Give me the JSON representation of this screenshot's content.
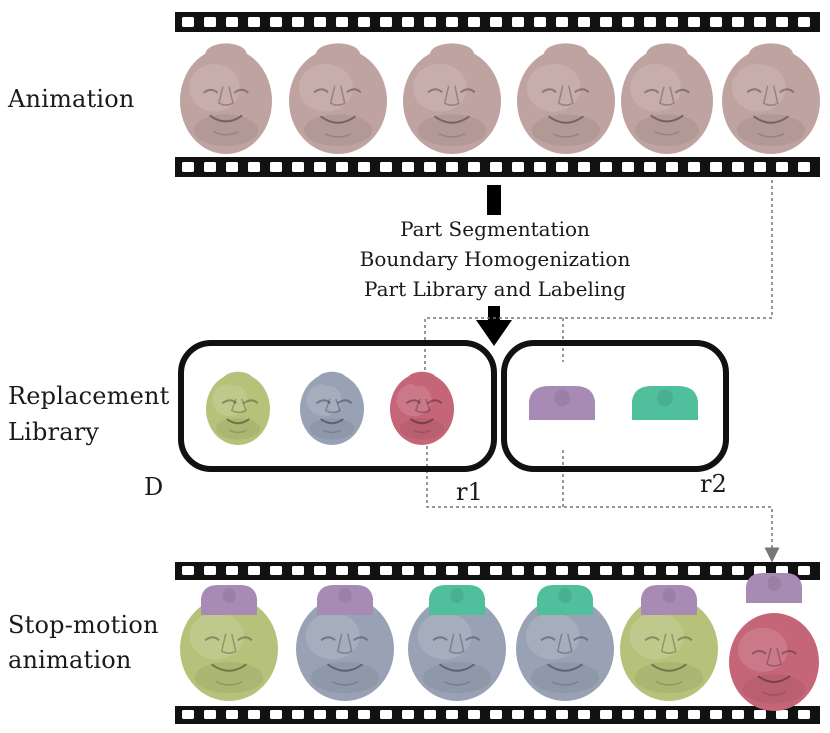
{
  "labels": {
    "animation": "Animation",
    "replacement_line1": "Replacement",
    "replacement_line2": "Library",
    "stop_line1": "Stop-motion",
    "stop_line2": "animation",
    "d": "D",
    "r1": "r1",
    "r2": "r2"
  },
  "pipeline_steps": [
    "Part Segmentation",
    "Boundary Homogenization",
    "Part Library and Labeling"
  ],
  "colors": {
    "animation_face": "#bfa3a0",
    "green_face": "#b6c27a",
    "blue_face": "#98a2b4",
    "red_face": "#c46678",
    "purple_cap": "#a78bb4",
    "teal_cap": "#4fbf9c",
    "film": "#111111",
    "dotted": "#777777"
  },
  "top_strip_faces": [
    "animation-face",
    "animation-face",
    "animation-face",
    "animation-face",
    "animation-face",
    "animation-face"
  ],
  "library_group_d": [
    "green-face",
    "blue-face",
    "red-face"
  ],
  "library_group_r2": [
    "purple-cap",
    "teal-cap"
  ],
  "bottom_strip": [
    {
      "face": "green-face",
      "cap": "purple-cap"
    },
    {
      "face": "blue-face",
      "cap": "purple-cap"
    },
    {
      "face": "blue-face",
      "cap": "teal-cap"
    },
    {
      "face": "blue-face",
      "cap": "teal-cap"
    },
    {
      "face": "green-face",
      "cap": "purple-cap"
    },
    {
      "face": "red-face",
      "cap": "purple-cap"
    }
  ]
}
